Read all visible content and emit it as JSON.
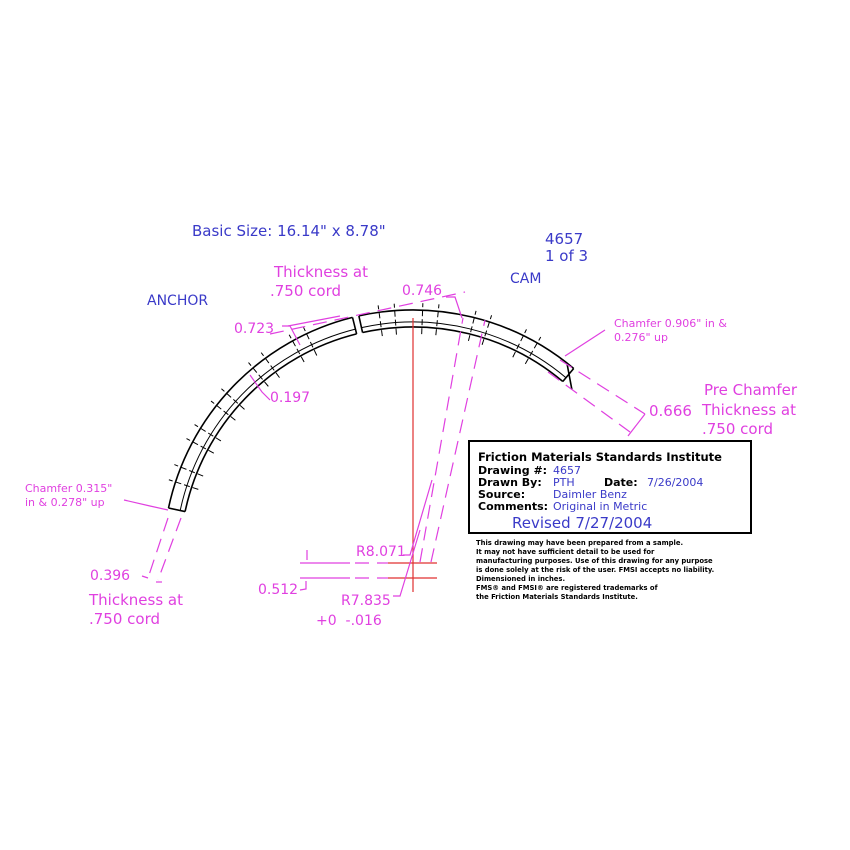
{
  "header": {
    "basic_size": "Basic Size: 16.14\" x 8.78\"",
    "part_number": "4657",
    "sheet": "1 of 3"
  },
  "labels": {
    "anchor": "ANCHOR",
    "cam": "CAM"
  },
  "dimensions": {
    "top_thickness_line1": "Thickness at",
    "top_thickness_line2": ".750 cord",
    "dim_0746": "0.746",
    "dim_0723": "0.723",
    "dim_0197": "0.197",
    "right_chamfer_line1": "Chamfer 0.906\" in &",
    "right_chamfer_line2": "0.276\" up",
    "dim_0666": "0.666",
    "pre_chamfer_line1": "Pre Chamfer",
    "pre_chamfer_line2": "Thickness at",
    "pre_chamfer_line3": ".750 cord",
    "left_chamfer_line1": "Chamfer 0.315\"",
    "left_chamfer_line2": "in & 0.278\" up",
    "dim_0396": "0.396",
    "bottom_thickness_line1": "Thickness at",
    "bottom_thickness_line2": ".750 cord",
    "r_outer": "R8.071",
    "dim_0512": "0.512",
    "r_inner": "R7.835",
    "tolerance": "+0  -.016"
  },
  "title_block": {
    "institute": "Friction Materials Standards Institute",
    "drawing_label": "Drawing #:",
    "drawing_value": "4657",
    "drawn_by_label": "Drawn By:",
    "drawn_by_value": "PTH",
    "date_label": "Date:",
    "date_value": "7/26/2004",
    "source_label": "Source:",
    "source_value": "Daimler Benz",
    "comments_label": "Comments:",
    "comments_value": "Original in Metric",
    "revised": "Revised 7/27/2004"
  },
  "disclaimer": [
    "This drawing may have been prepared from a sample.",
    "It may not have sufficient detail to be used for",
    "manufacturing purposes.  Use of this drawing for any purpose",
    "is done solely at the risk of the user. FMSI accepts no liability.",
    "Dimensioned in inches.",
    "FMS® and FMSI® are registered trademarks of",
    "the Friction Materials Standards Institute."
  ],
  "colors": {
    "dimension": "#e040e0",
    "annotation": "#3a3ac8",
    "outline": "#000000",
    "centerline": "#e03030"
  }
}
